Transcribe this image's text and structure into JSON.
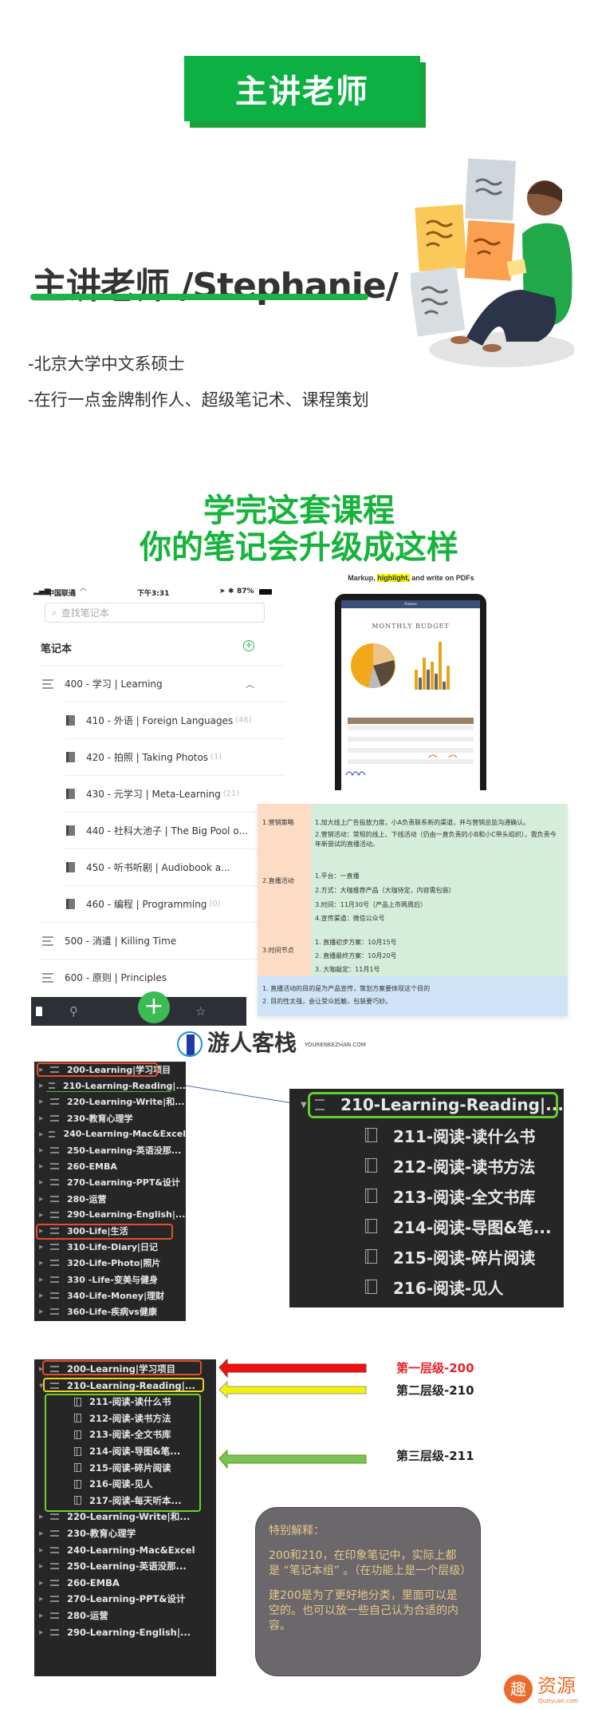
{
  "header": {
    "badge": "主讲老师",
    "teacher_title": "主讲老师 /Stephanie/",
    "bio": [
      "-北京大学中文系硕士",
      "-在行一点金牌制作人、超级笔记术、课程策划"
    ],
    "headline": [
      "学完这套课程",
      "你的笔记会升级成这样"
    ]
  },
  "phone": {
    "status": {
      "carrier": "中国联通",
      "time": "下午3:31",
      "battery": "87%"
    },
    "search_placeholder": "查找笔记本",
    "section_title": "笔记本",
    "rows": [
      {
        "label": "400 - 学习 | Learning",
        "type": "stack",
        "expanded": true
      },
      {
        "label": "410 - 外语 | Foreign Languages",
        "count": "(46)",
        "type": "notebook"
      },
      {
        "label": "420 - 拍照 | Taking Photos",
        "count": "(1)",
        "type": "notebook"
      },
      {
        "label": "430 - 元学习 | Meta-Learning",
        "count": "(21)",
        "type": "notebook"
      },
      {
        "label": "440 - 社科大池子 | The Big Pool o...",
        "count": "",
        "type": "notebook"
      },
      {
        "label": "450 - 听书听剧 | Audiobook a...",
        "count": "",
        "type": "notebook"
      },
      {
        "label": "460 - 编程 | Programming",
        "count": "(0)",
        "type": "notebook"
      },
      {
        "label": "500 - 消遣 | Killing Time",
        "type": "stack"
      },
      {
        "label": "600 - 原则 | Principles",
        "type": "stack"
      }
    ],
    "tabbar": [
      "notes-icon",
      "search-icon",
      "add-icon",
      "star-icon"
    ]
  },
  "ipad": {
    "caption_a": "Markup, ",
    "caption_hl": "highlight,",
    "caption_b": " and write on PDFs",
    "doc_title": "Finance",
    "heading": "MONTHLY BUDGET"
  },
  "table": {
    "rows": [
      {
        "label": "1.营销策略",
        "items": [
          "1.加大线上广告投放力度，小A负责联系新的渠道，并与营销总监沟通确认。",
          "2.营销活动：常规的线上、下线活动（仍由一直负责的小B和小C带头组织），我负责今年新尝试的直播活动。"
        ]
      },
      {
        "label": "2.直播活动",
        "items": [
          "1.平台：一直播",
          "2.方式：大咖推荐产品（大咖待定，内容需包装）",
          "3.时间：11月30号（产品上市两周后）",
          "4.宣传渠道：微信公众号"
        ]
      },
      {
        "label": "3.时间节点",
        "items": [
          "1. 直播初步方案：10月15号",
          "2. 直播最终方案：10月20号",
          "3. 大咖敲定：11月1号"
        ]
      }
    ],
    "footer": [
      "1. 直播活动的目的是为产品宣传，策划方案要体现这个目的",
      "2. 目的性太强，会让受众抵触，包装要巧妙。"
    ]
  },
  "watermark": {
    "name": "游人客栈",
    "url": "YOURENKEZHAN.COM"
  },
  "stack_list": [
    "200-Learning|学习项目",
    "210-Learning-Reading|...",
    "220-Learning-Write|和...",
    "230-教育心理学",
    "240-Learning-Mac&Excel",
    "250-Learning-英语没那...",
    "260-EMBA",
    "270-Learning-PPT&设计",
    "280-运营",
    "290-Learning-English|...",
    "300-Life|生活",
    "310-Life-Diary|日记",
    "320-Life-Photo|照片",
    "330 -Life-变美与健身",
    "340-Life-Money|理财",
    "360-Life-疾病vs健康"
  ],
  "expanded": {
    "stack": "210-Learning-Reading|...",
    "notebooks": [
      "211-阅读-读什么书",
      "212-阅读-读书方法",
      "213-阅读-全文书库",
      "214-阅读-导图&笔...",
      "215-阅读-碎片阅读",
      "216-阅读-见人"
    ]
  },
  "hierarchy": {
    "rows": [
      {
        "label": "200-Learning|学习项目",
        "level": 1
      },
      {
        "label": "210-Learning-Reading|...",
        "level": 2
      },
      {
        "label": "211-阅读-读什么书",
        "level": 3
      },
      {
        "label": "212-阅读-读书方法",
        "level": 3
      },
      {
        "label": "213-阅读-全文书库",
        "level": 3
      },
      {
        "label": "214-阅读-导图&笔...",
        "level": 3
      },
      {
        "label": "215-阅读-碎片阅读",
        "level": 3
      },
      {
        "label": "216-阅读-见人",
        "level": 3
      },
      {
        "label": "217-阅读-每天听本...",
        "level": 3
      },
      {
        "label": "220-Learning-Write|和...",
        "level": 1
      },
      {
        "label": "230-教育心理学",
        "level": 1
      },
      {
        "label": "240-Learning-Mac&Excel",
        "level": 1
      },
      {
        "label": "250-Learning-英语没那...",
        "level": 1
      },
      {
        "label": "260-EMBA",
        "level": 1
      },
      {
        "label": "270-Learning-PPT&设计",
        "level": 1
      },
      {
        "label": "280-运营",
        "level": 1
      },
      {
        "label": "290-Learning-English|...",
        "level": 1
      }
    ],
    "levels": [
      {
        "label": "第一层级-200",
        "color": "#e8202a"
      },
      {
        "label": "第二层级-210",
        "color": "#222222"
      },
      {
        "label": "第三层级-211",
        "color": "#222222"
      }
    ],
    "arrow_colors": [
      "#ee1111",
      "#f2f20a",
      "#7cc257"
    ],
    "note_title": "特别解释：",
    "note_p1": "200和210，在印象笔记中，实际上都是 “笔记本组” 。（在功能上是一个层级）",
    "note_p2": "建200是为了更好地分类，里面可以是空的。也可以放一些自己认为合适的内容。"
  },
  "corner_logo": {
    "name": "趣资源",
    "url": "Quziyuan.com"
  },
  "colors": {
    "brand_green": "#0db143",
    "headline_green": "#16b43c"
  }
}
